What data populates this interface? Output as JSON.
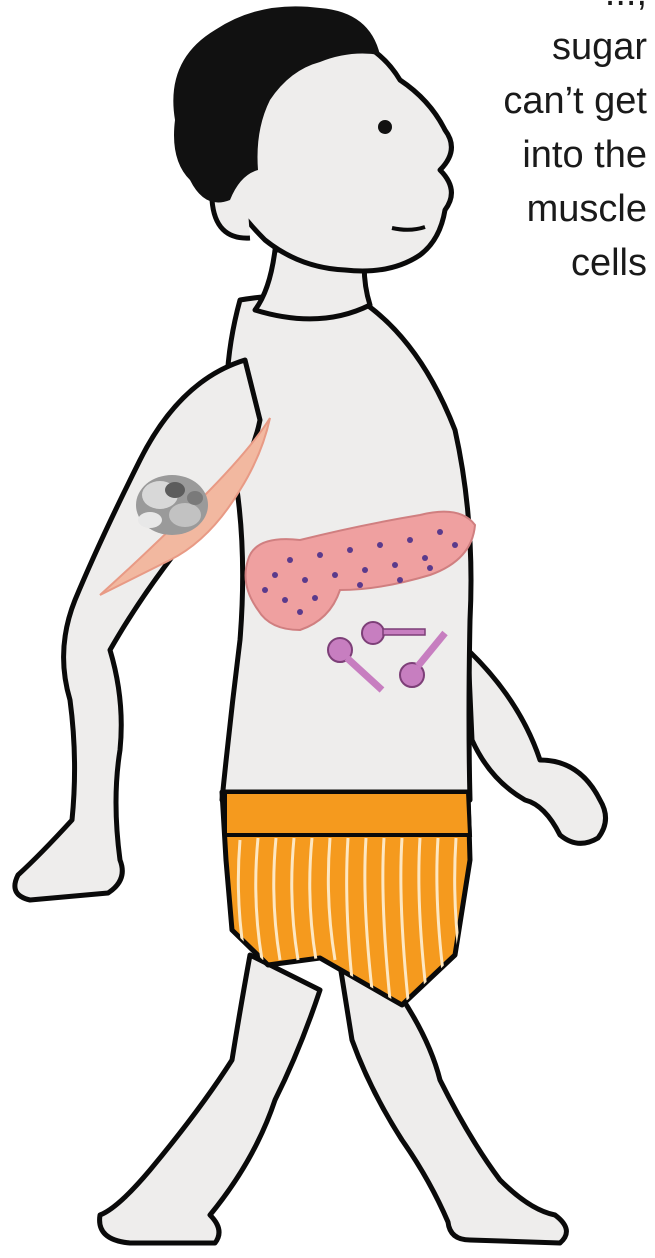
{
  "caption": {
    "lines": [
      "...,",
      "sugar",
      "can’t get",
      "into the",
      "muscle",
      "cells"
    ]
  },
  "colors": {
    "skin": "#eeedec",
    "outline": "#0a0a0a",
    "hair": "#111111",
    "muscle_cell": "#f2b8a0",
    "pancreas": "#efa0a0",
    "insulin_dots": "#5a3a8c",
    "keys": "#c77ec0",
    "shorts": "#f59a1e",
    "stripes": "#fde7c2"
  },
  "icons": [
    "person-figure",
    "muscle-cell",
    "sugar-cluster",
    "pancreas",
    "insulin-key"
  ]
}
